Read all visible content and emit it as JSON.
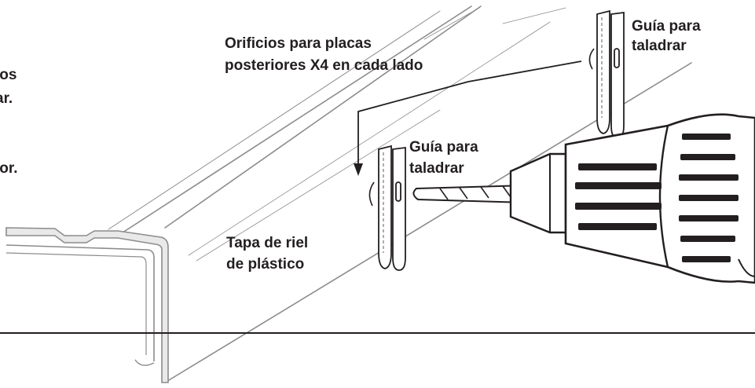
{
  "labels": {
    "orificios_line1": "Orificios para placas",
    "orificios_line2": "posteriores X4 en cada lado",
    "guia_top_line1": "Guía para",
    "guia_top_line2": "taladrar",
    "guia_mid_line1": "Guía para",
    "guia_mid_line2": "taladrar",
    "tapa_line1": "Tapa de riel",
    "tapa_line2": "de plástico",
    "cut_left_1": "ios",
    "cut_left_2": "ar.",
    "cut_left_3": "ior."
  },
  "icons": [
    "drill-icon",
    "drill-guide-icon",
    "arrow-icon"
  ],
  "colors": {
    "ink": "#231f20",
    "rail_gray": "#8c8c8c",
    "fill_light": "#e9e9e9"
  }
}
